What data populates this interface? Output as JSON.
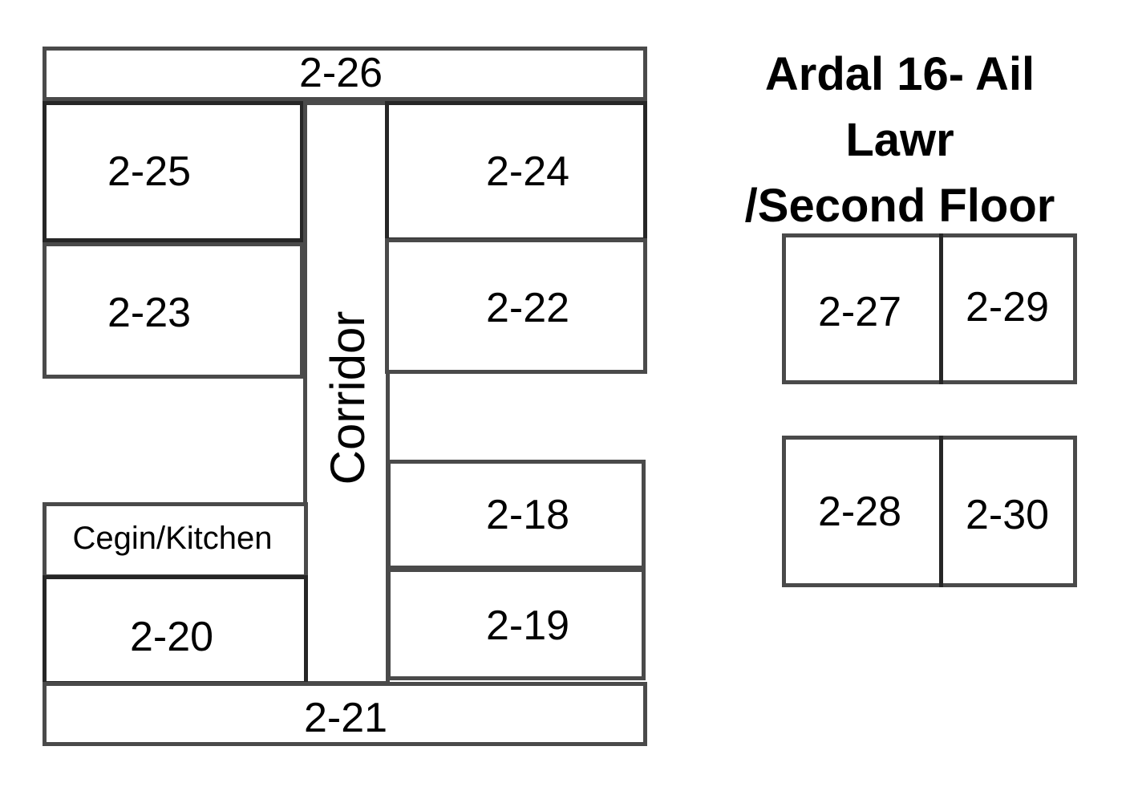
{
  "title": {
    "line1": "Ardal 16- Ail",
    "line2": "Lawr",
    "line3": "/Second Floor"
  },
  "rooms": {
    "r2_26": "2-26",
    "r2_25": "2-25",
    "r2_24": "2-24",
    "r2_23": "2-23",
    "r2_22": "2-22",
    "corridor": "Corridor",
    "r2_18": "2-18",
    "kitchen": "Cegin/Kitchen",
    "r2_19": "2-19",
    "r2_20": "2-20",
    "r2_21": "2-21",
    "r2_27": "2-27",
    "r2_29": "2-29",
    "r2_28": "2-28",
    "r2_30": "2-30"
  },
  "colors": {
    "wall": "#4a4a4a",
    "wall_dark": "#262626",
    "text": "#000000",
    "background": "#ffffff"
  }
}
